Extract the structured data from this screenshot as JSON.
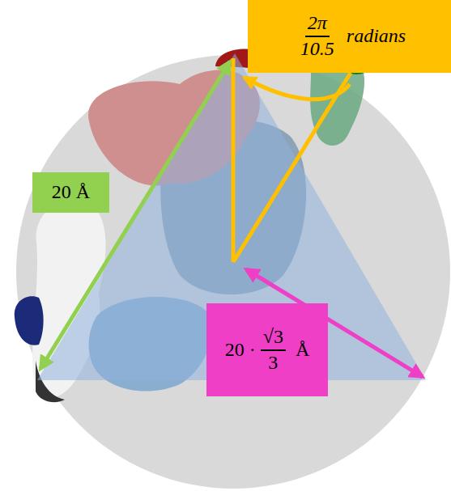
{
  "diagram": {
    "nodes": [
      {
        "text": [
          "2π",
          "10.5",
          "radians"
        ]
      },
      {
        "text": [
          "20 Å"
        ]
      },
      {
        "text": [
          "20 ·",
          "√3",
          "3",
          "Å"
        ]
      }
    ]
  }
}
